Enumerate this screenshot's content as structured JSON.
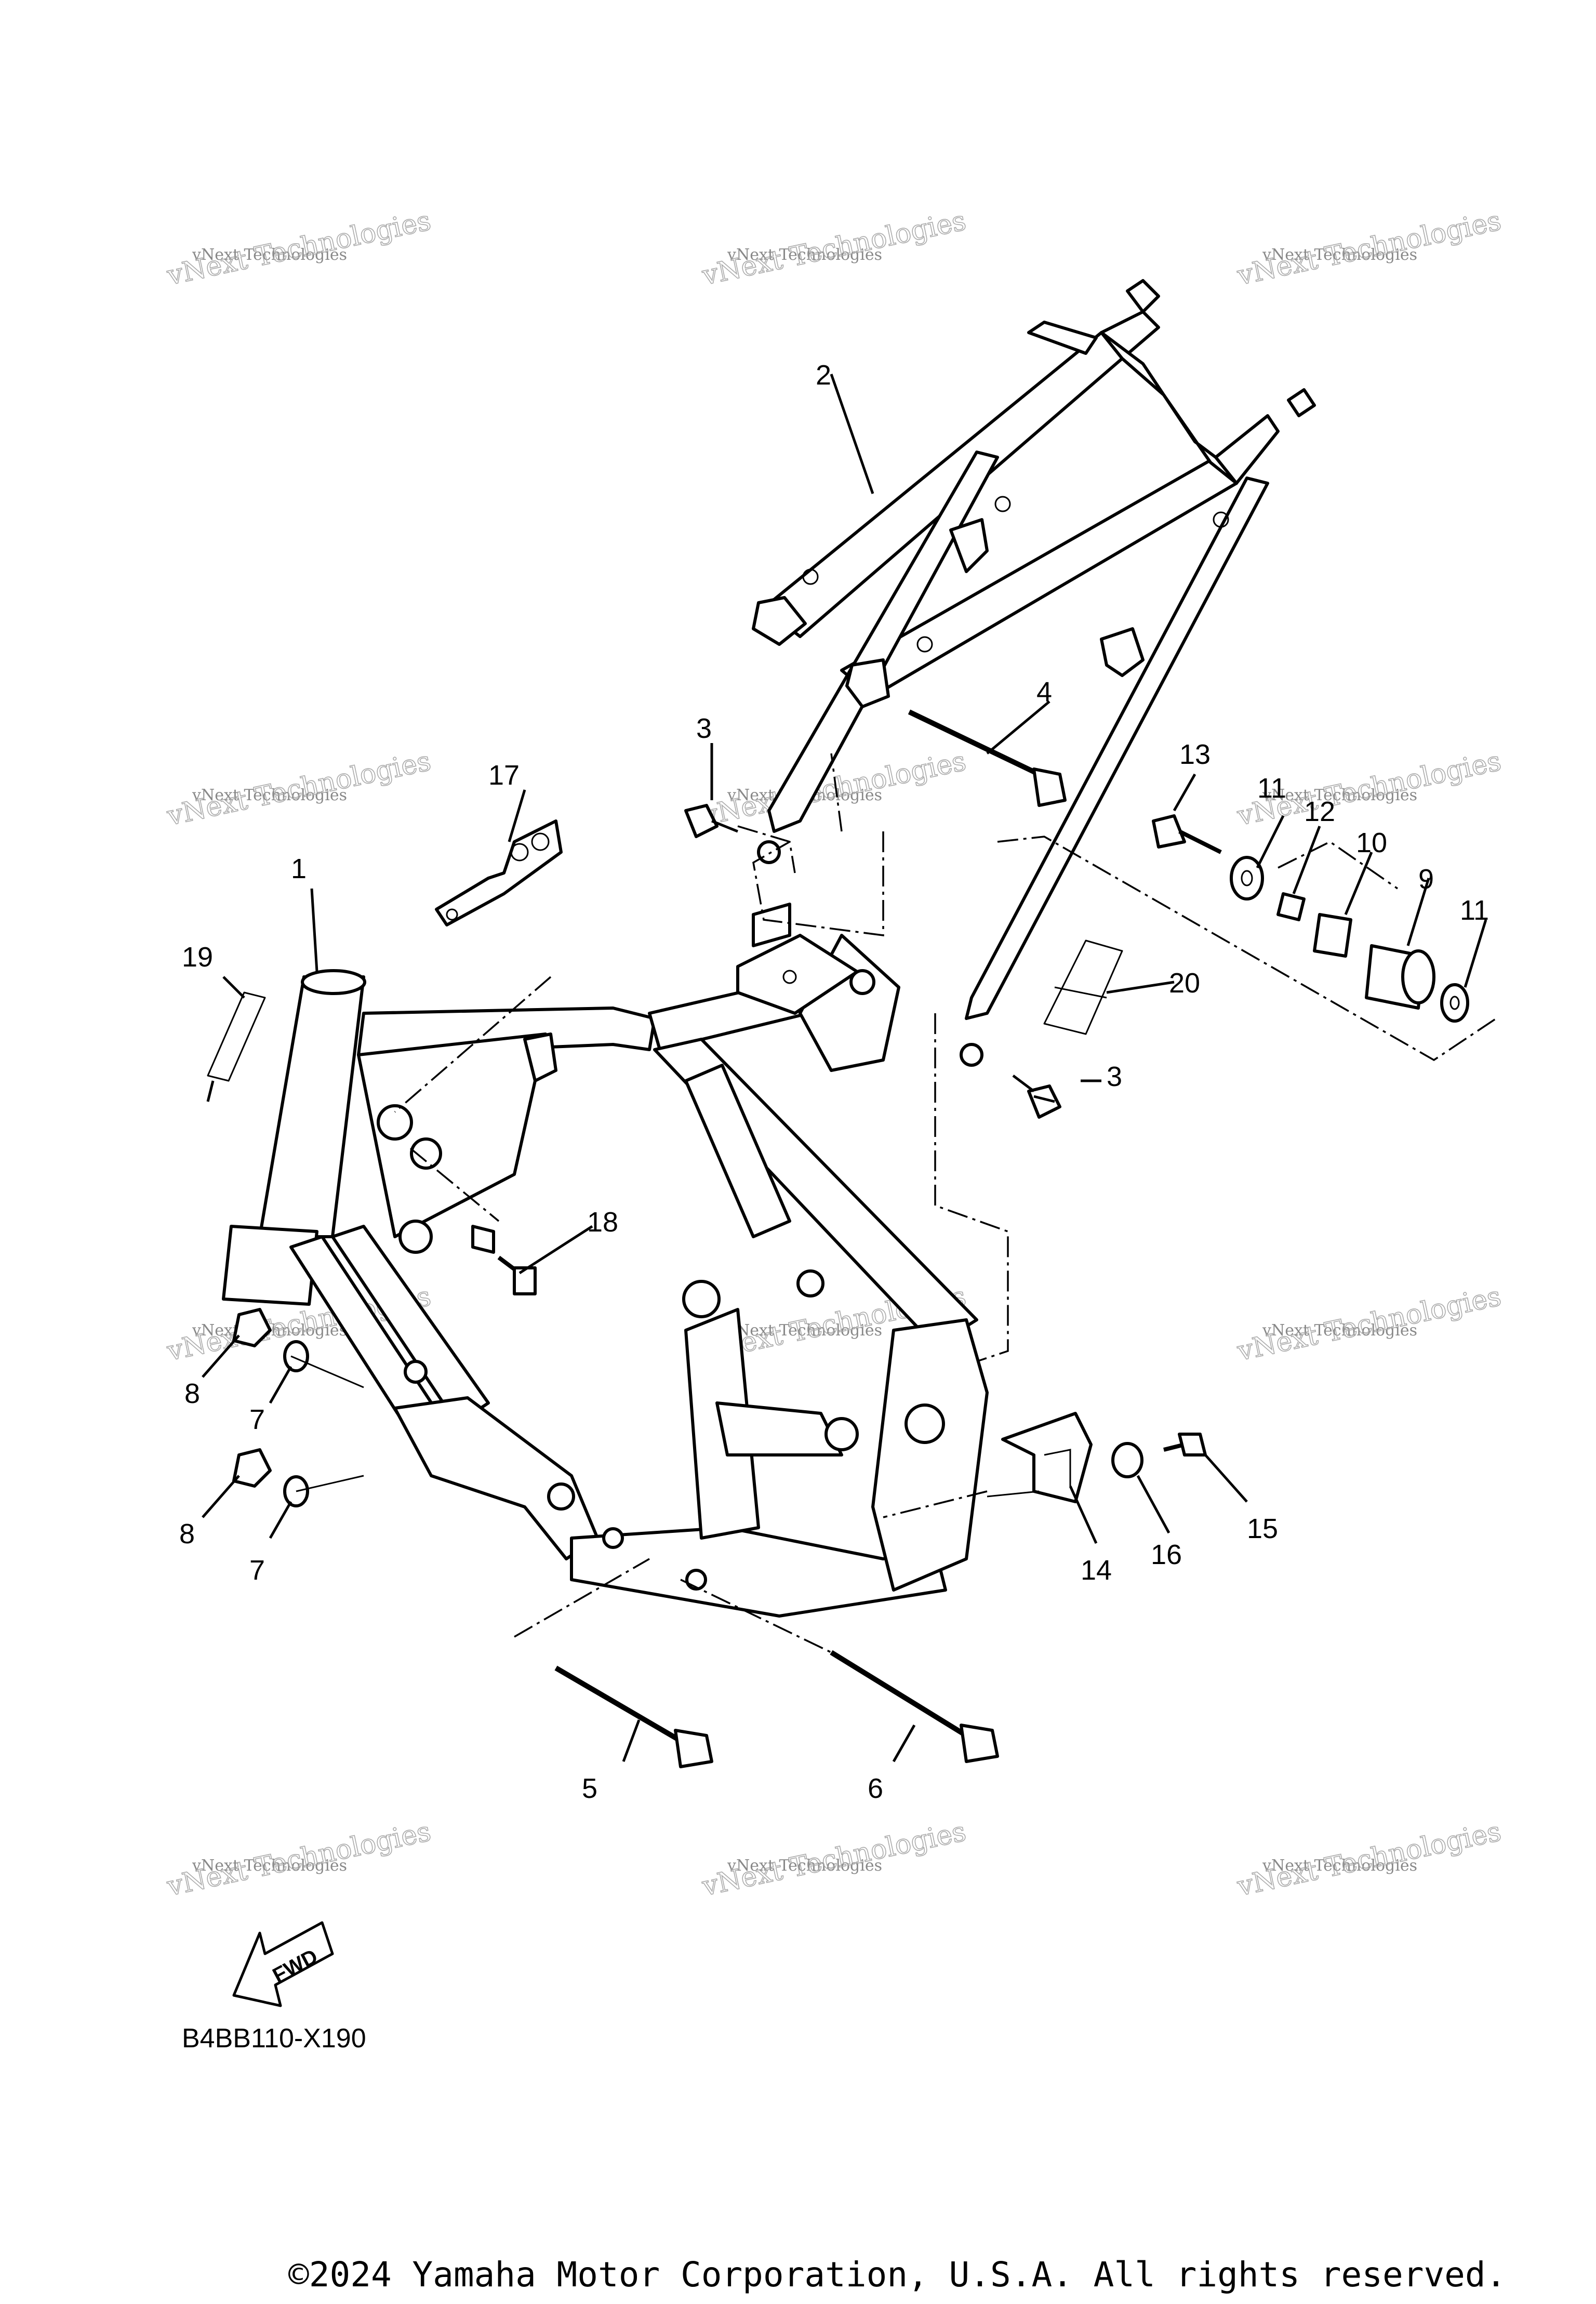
{
  "diagram": {
    "watermark": "vNext Technologies",
    "diagram_code": "B4BB110-X190",
    "fwd_label": "FWD",
    "copyright": "©2024 Yamaha Motor Corporation, U.S.A. All rights reserved.",
    "callouts": [
      "1",
      "2",
      "3",
      "3",
      "4",
      "5",
      "6",
      "7",
      "7",
      "8",
      "8",
      "9",
      "10",
      "11",
      "11",
      "12",
      "13",
      "14",
      "15",
      "16",
      "17",
      "18",
      "19",
      "20"
    ]
  }
}
